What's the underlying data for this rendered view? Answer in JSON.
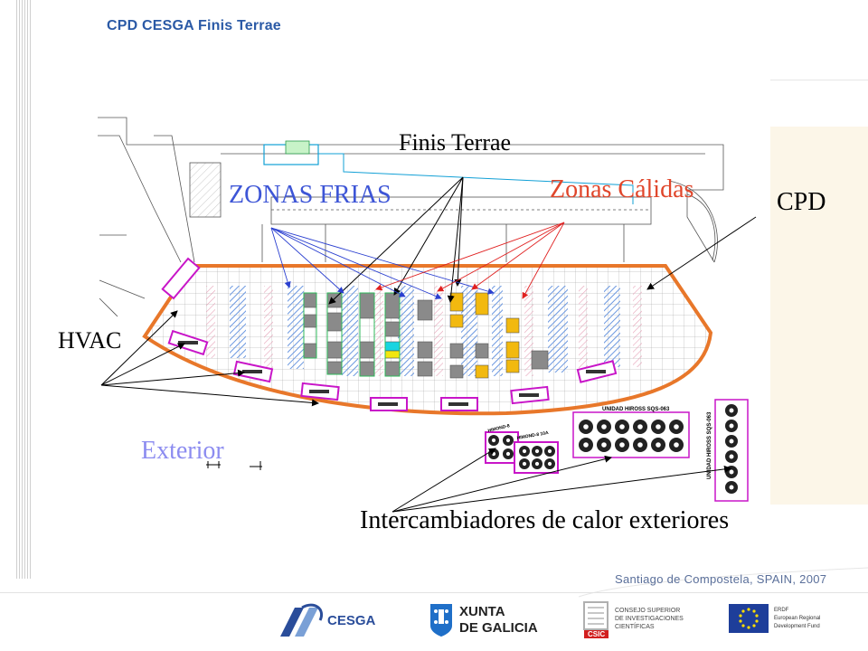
{
  "header": {
    "title": "CPD CESGA Finis Terrae"
  },
  "labels": {
    "finis_terrae": "Finis Terrae",
    "zonas_frias": "ZONAS FRIAS",
    "zonas_calidas": "Zonas Cálidas",
    "cpd": "CPD",
    "hvac": "HVAC",
    "exterior": "Exterior",
    "intercambiadores": "Intercambiadores de calor exteriores"
  },
  "plan_text": {
    "unit_a": "UNIDAD HIROSS SQS-063",
    "unit_b": "UNIDAD HIROSS SQS-063",
    "unit_c": "HIMOND-8",
    "unit_d": "HIMOND-8 10A"
  },
  "footer": {
    "location": "Santiago de Compostela, SPAIN, 2007",
    "logos": {
      "cesga": "CESGA",
      "xunta_line1": "XUNTA",
      "xunta_line2": "DE GALICIA",
      "csic_badge": "CSIC",
      "csic_line1": "CONSEJO SUPERIOR",
      "csic_line2": "DE INVESTIGACIONES",
      "csic_line3": "CIENTÍFICAS",
      "erdf_line1": "ERDF",
      "erdf_line2": "European Regional",
      "erdf_line3": "Development Fund"
    }
  },
  "colors": {
    "title_blue": "#2b5aa6",
    "cold_blue": "#3d55d6",
    "warm_red": "#e0462b",
    "exterior_violet": "#8c8cf0",
    "outline_orange": "#e8772a",
    "hvac_magenta": "#c815c8",
    "rack_yellow": "#f2b90f",
    "rack_gray": "#8a8a8a",
    "rack_green": "#2db85a",
    "cyan_unit": "#18d4e0",
    "stripe_blue": "#7fa8e6"
  }
}
